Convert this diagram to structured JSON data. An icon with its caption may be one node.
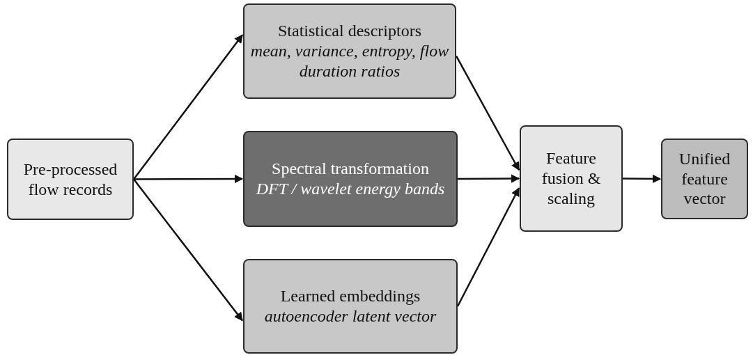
{
  "diagram": {
    "nodes": [
      {
        "text": [
          "Pre-processed flow records"
        ]
      },
      {
        "text": [
          "Statistical descriptors",
          "mean, variance, entropy, flow duration ratios"
        ]
      },
      {
        "text": [
          "Spectral transformation",
          "DFT / wavelet energy bands"
        ]
      },
      {
        "text": [
          "Learned embeddings",
          "autoencoder latent vector"
        ]
      },
      {
        "text": [
          "Feature fusion & scaling"
        ]
      },
      {
        "text": [
          "Unified feature vector"
        ]
      }
    ],
    "edges": [
      {
        "from": 0,
        "to": 1,
        "arrow": "to"
      },
      {
        "from": 0,
        "to": 2,
        "arrow": "to"
      },
      {
        "from": 0,
        "to": 3,
        "arrow": "to"
      },
      {
        "from": 1,
        "to": 4,
        "arrow": "to"
      },
      {
        "from": 2,
        "to": 4,
        "arrow": "to"
      },
      {
        "from": 3,
        "to": 4,
        "arrow": "to"
      },
      {
        "from": 4,
        "to": 5,
        "arrow": "to"
      }
    ]
  }
}
